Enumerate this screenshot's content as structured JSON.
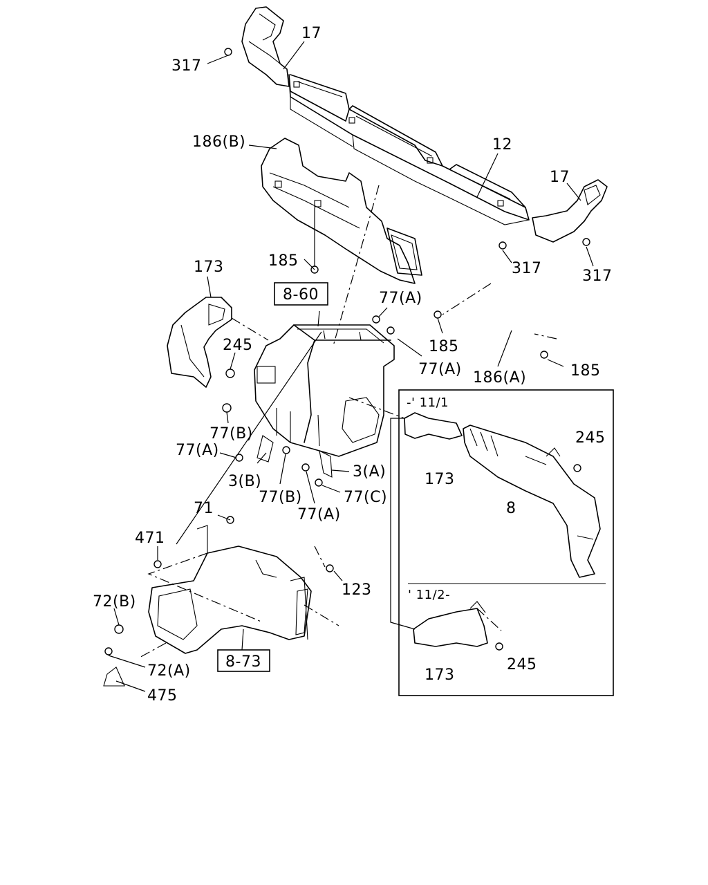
{
  "callouts": {
    "c317_tl": "317",
    "c17_top": "17",
    "c186b": "186(B)",
    "c12": "12",
    "c17_right": "17",
    "c185_left": "185",
    "c317_mid": "317",
    "c317_right": "317",
    "c173_top": "173",
    "c245_left": "245",
    "c77a_top": "77(A)",
    "c77a_mid": "77(A)",
    "c185_mid": "185",
    "c185_right": "185",
    "c186a": "186(A)",
    "c77b_left": "77(B)",
    "c77a_left": "77(A)",
    "c3b": "3(B)",
    "c77b_bottom": "77(B)",
    "c3a": "3(A)",
    "c77c": "77(C)",
    "c77a_bottom": "77(A)",
    "c71": "71",
    "c471": "471",
    "c123": "123",
    "c72b": "72(B)",
    "c72a": "72(A)",
    "c475": "475",
    "c173_inset1": "173",
    "c245_inset1": "245",
    "c8": "8",
    "c173_inset2": "173",
    "c245_inset2": "245"
  },
  "references": {
    "ref_8_60": "8-60",
    "ref_8_73": "8-73"
  },
  "inset": {
    "period_1": "-' 11/1",
    "period_2": "' 11/2-"
  }
}
